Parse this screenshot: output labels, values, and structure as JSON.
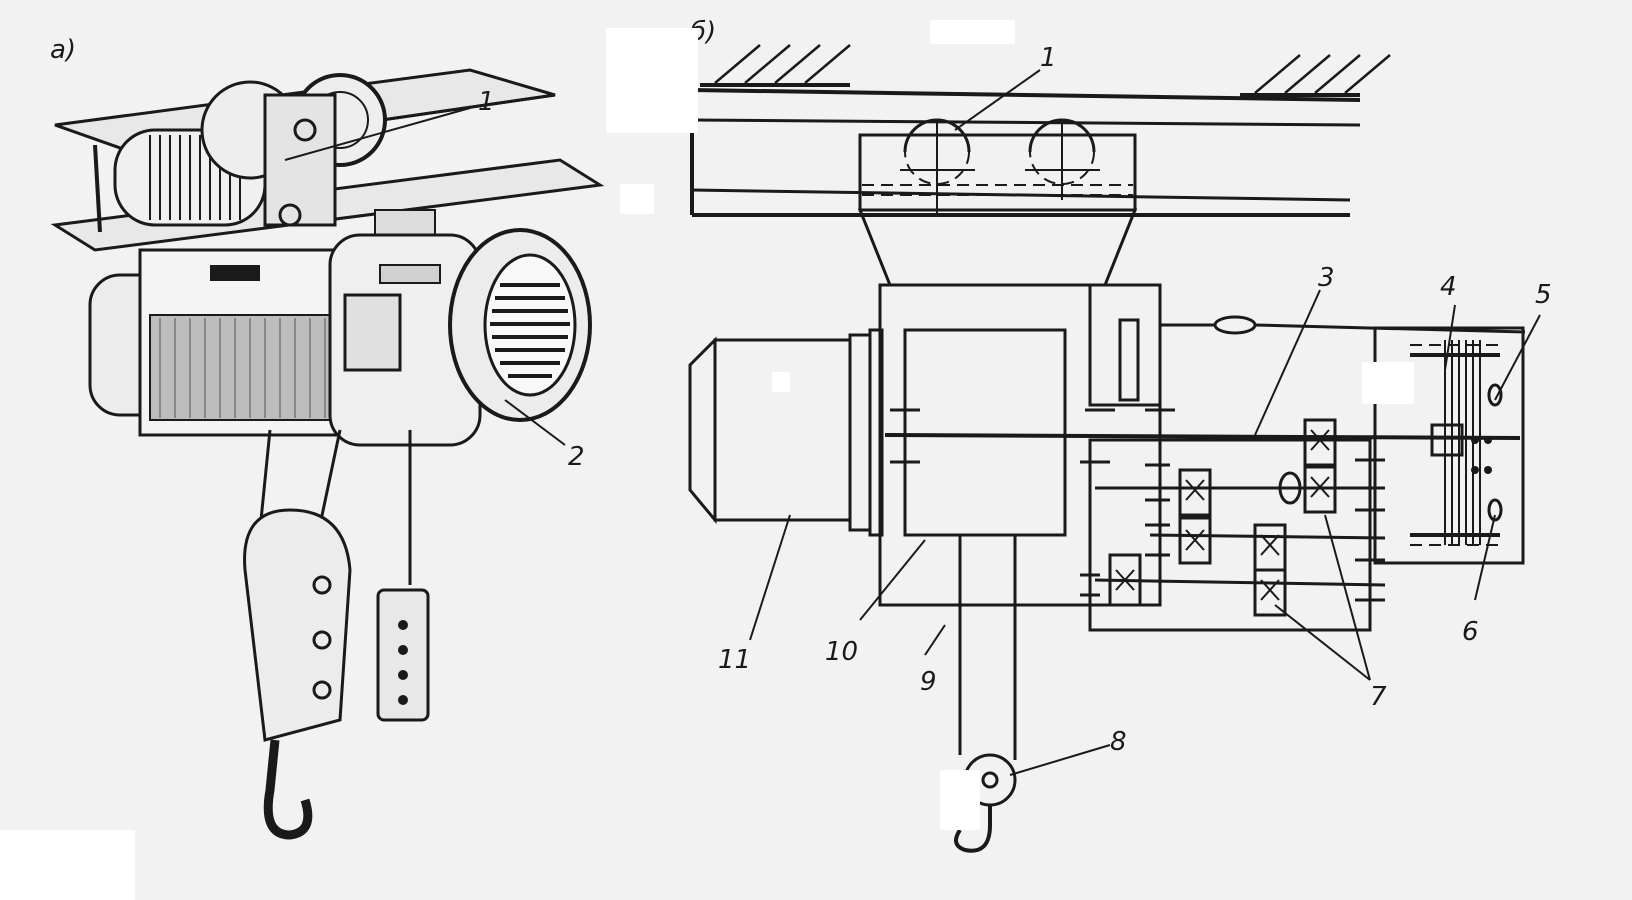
{
  "panels": [
    {
      "id": "a",
      "label": "а)"
    },
    {
      "id": "b",
      "label": "б)"
    }
  ],
  "callouts_a": [
    "1",
    "2"
  ],
  "callouts_b": [
    "1",
    "3",
    "4",
    "5",
    "6",
    "7",
    "8",
    "9",
    "10",
    "11"
  ],
  "colors": {
    "ink": "#1a1a1a",
    "paper": "#f2f2f2",
    "mask": "#ffffff"
  }
}
